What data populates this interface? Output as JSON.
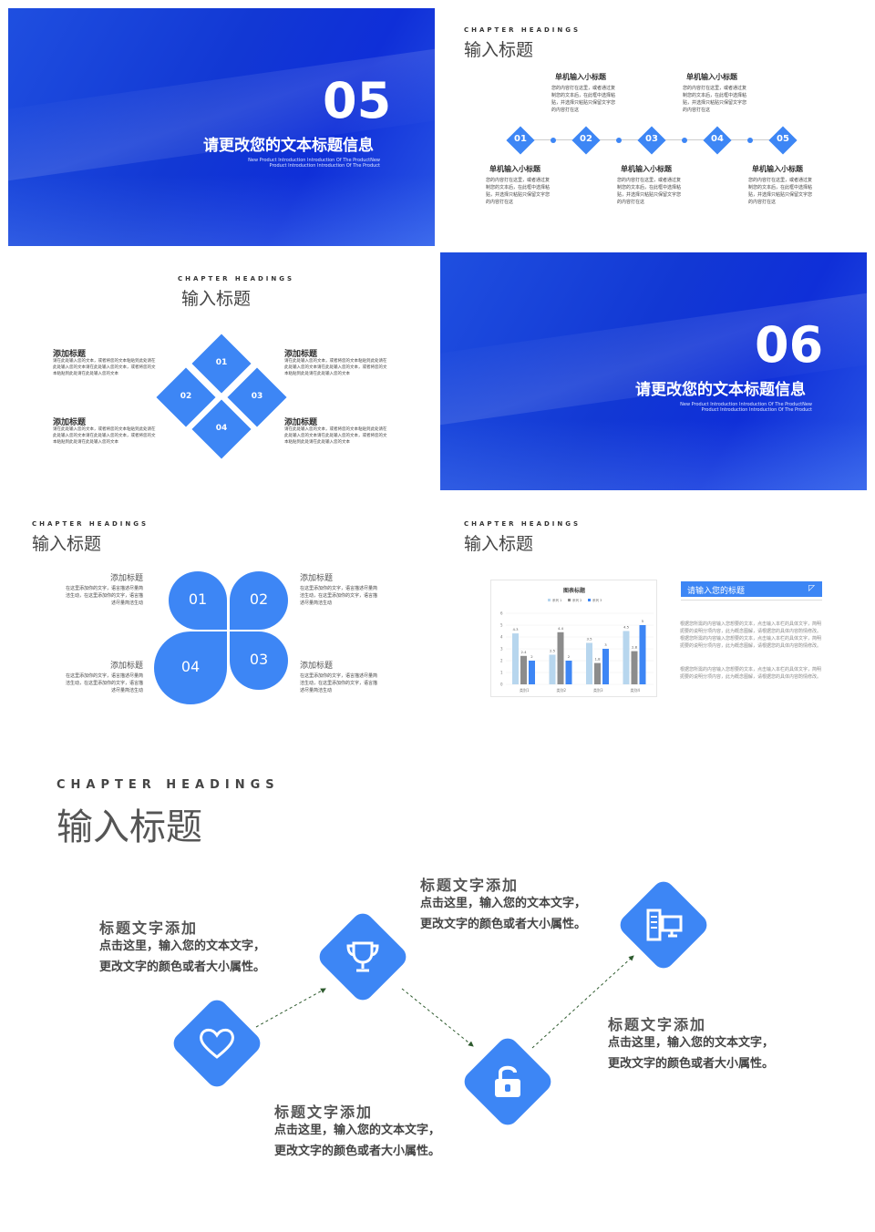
{
  "common": {
    "chapter": "CHAPTER HEADINGS",
    "heading": "输入标题"
  },
  "slide_05": {
    "number": "05",
    "title": "请更改您的文本标题信息",
    "subtitle": "New Product Introduction Introduction Of The ProductNew Product Introduction Introduction Of The Product"
  },
  "slide_06": {
    "number": "06",
    "title": "请更改您的文本标题信息",
    "subtitle": "New Product Introduction Introduction Of The ProductNew Product Introduction Introduction Of The Product"
  },
  "timeline": {
    "subtitle": "单机输入小标题",
    "text": "您的内容打在这里，或者通过复制您的文本后，在此框中选择粘贴，并选择只粘贴只保留文字您的内容打在这",
    "steps": [
      "01",
      "02",
      "03",
      "04",
      "05"
    ]
  },
  "diamonds": {
    "heading": "添加标题",
    "text": "请在此处输入您的文本，或者将您的文本粘贴到此处请在此处输入您的文本请在此处输入您的文本，或者将您的文本粘贴到此处请在此处输入您的文本",
    "items": [
      "01",
      "02",
      "03",
      "04"
    ]
  },
  "petals": {
    "heading": "添加标题",
    "text": "在这里添加你的文字，语言描述尽量简洁生动，在这里添加你的文字，语言描述尽量简洁生动",
    "items": [
      "01",
      "02",
      "03",
      "04"
    ]
  },
  "chart_slide": {
    "box_title": "请输入您的标题",
    "paragraph1": "根据您所需的内容输入您想要的文本，点击输入本栏的具体文字，简明扼要的说明分项内容，此为概念图解，请根据您的具体内容酌情修改。根据您所需的内容输入您想要的文本，点击输入本栏的具体文字，简明扼要的说明分项内容，此为概念图解，请根据您的具体内容酌情修改。",
    "paragraph2": "根据您所需的内容输入您想要的文本，点击输入本栏的具体文字，简明扼要的说明分项内容，此为概念图解，请根据您的具体内容酌情修改。"
  },
  "chart_data": {
    "type": "bar",
    "title": "图表标题",
    "categories": [
      "类别1",
      "类别2",
      "类别3",
      "类别4"
    ],
    "series": [
      {
        "name": "系列 1",
        "values": [
          4.3,
          2.5,
          3.5,
          4.5
        ],
        "color": "#b7d6ee"
      },
      {
        "name": "系列 2",
        "values": [
          2.4,
          4.4,
          1.8,
          2.8
        ],
        "color": "#8c8c8c"
      },
      {
        "name": "系列 3",
        "values": [
          2,
          2,
          3,
          5
        ],
        "color": "#3d86f5"
      }
    ],
    "ylim": [
      0,
      6
    ],
    "yticks": [
      0,
      1,
      2,
      3,
      4,
      5,
      6
    ],
    "legend": "top",
    "grid": true
  },
  "process": {
    "heading": "标题文字添加",
    "text": "点击这里，输入您的文本文字，更改文字的颜色或者大小属性。",
    "icons": [
      "heart-icon",
      "trophy-icon",
      "lock-icon",
      "computer-icon"
    ]
  },
  "colors": {
    "accent": "#3d86f5",
    "slide_blue": "#1238d4"
  }
}
